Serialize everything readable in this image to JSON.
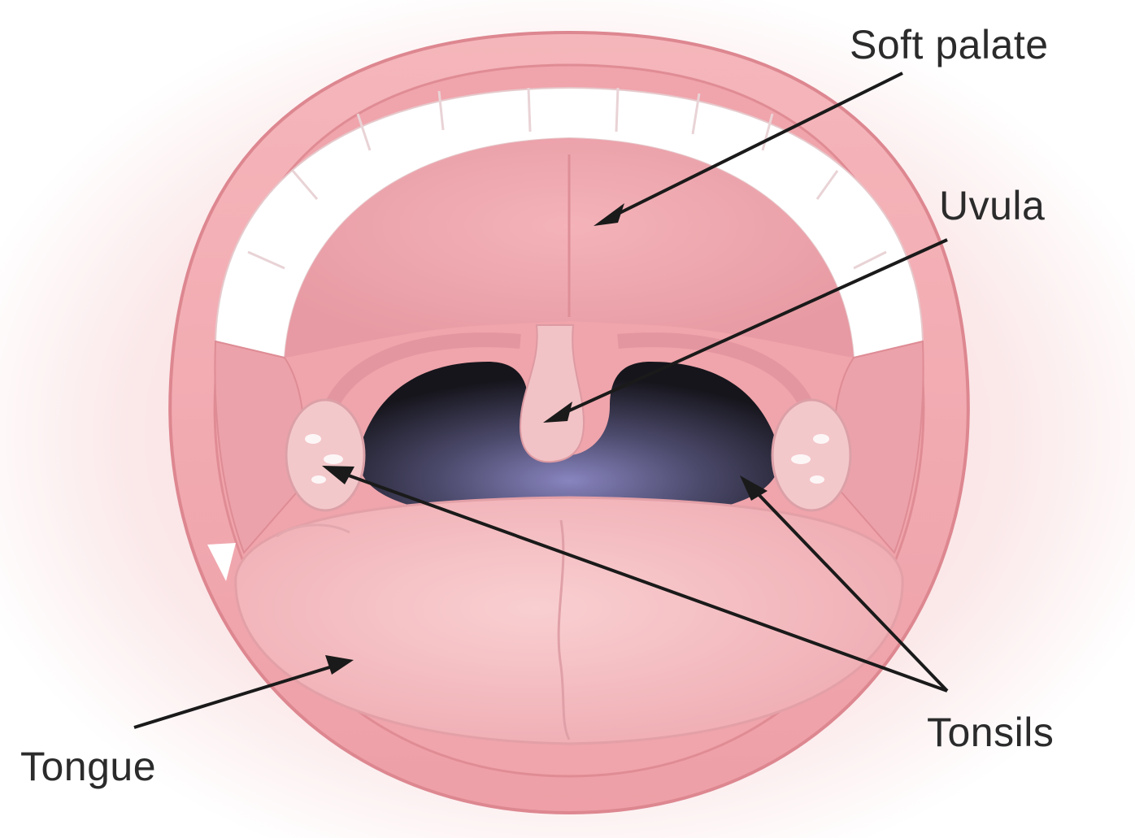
{
  "labels": {
    "soft_palate": "Soft palate",
    "uvula": "Uvula",
    "tonsils": "Tonsils",
    "tongue": "Tongue"
  },
  "colors": {
    "lip": "#f2a8ae",
    "lip_dark": "#e48a93",
    "palate": "#eda0a8",
    "teeth": "#ffffff",
    "throat_dark": "#1b1a22",
    "throat_light": "#7b78ad",
    "tongue": "#f5c0c2",
    "leader": "#1a1a1a",
    "label_text": "#2b2b2b"
  }
}
